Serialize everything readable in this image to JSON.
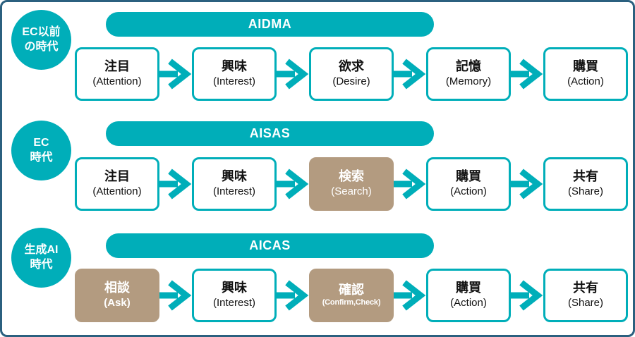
{
  "diagram": {
    "title_models": [
      "AIDMA",
      "AISAS",
      "AICAS"
    ],
    "colors": {
      "teal_accent": "#00AEB9",
      "tan_highlight": "#B39B80",
      "frame_border": "#2B607F",
      "text": "#111111",
      "background": "#FFFFFF"
    },
    "rows": [
      {
        "era_line1": "EC以前",
        "era_line2": "の時代",
        "model": "AIDMA",
        "steps": [
          {
            "jp": "注目",
            "en": "(Attention)",
            "highlighted": false
          },
          {
            "jp": "興味",
            "en": "(Interest)",
            "highlighted": false
          },
          {
            "jp": "欲求",
            "en": "(Desire)",
            "highlighted": false
          },
          {
            "jp": "記憶",
            "en": "(Memory)",
            "highlighted": false
          },
          {
            "jp": "購買",
            "en": "(Action)",
            "highlighted": false
          }
        ]
      },
      {
        "era_line1": "EC",
        "era_line2": "時代",
        "model": "AISAS",
        "steps": [
          {
            "jp": "注目",
            "en": "(Attention)",
            "highlighted": false
          },
          {
            "jp": "興味",
            "en": "(Interest)",
            "highlighted": false
          },
          {
            "jp": "検索",
            "en": "(Search)",
            "highlighted": true
          },
          {
            "jp": "購買",
            "en": "(Action)",
            "highlighted": false
          },
          {
            "jp": "共有",
            "en": "(Share)",
            "highlighted": false
          }
        ]
      },
      {
        "era_line1": "生成AI",
        "era_line2": "時代",
        "model": "AICAS",
        "steps": [
          {
            "jp": "相談",
            "en": "(Ask)",
            "highlighted": true
          },
          {
            "jp": "興味",
            "en": "(Interest)",
            "highlighted": false
          },
          {
            "jp": "確認",
            "en": "(Confirm,Check)",
            "highlighted": true
          },
          {
            "jp": "購買",
            "en": "(Action)",
            "highlighted": false
          },
          {
            "jp": "共有",
            "en": "(Share)",
            "highlighted": false
          }
        ]
      }
    ]
  }
}
